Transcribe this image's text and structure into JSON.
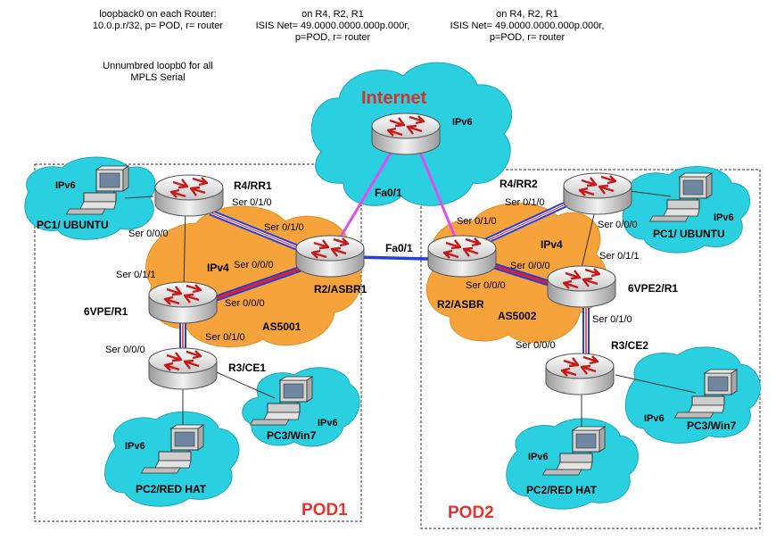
{
  "notes": {
    "loopback": [
      "loopback0 on each Router:",
      "10.0.p.r/32, p= POD, r= router"
    ],
    "unnumbered": [
      "Unnumbred loopb0 for all",
      "MPLS Serial"
    ],
    "isis_left": [
      "on R4, R2, R1",
      "ISIS Net= 49.0000.0000.000p.000r,",
      "p=POD, r= router"
    ],
    "isis_right": [
      "on R4, R2, R1",
      "ISIS Net= 49.0000.0000.000p.000r,",
      "p=POD, r= router"
    ]
  },
  "internet": {
    "title": "Internet",
    "protocol": "IPv6",
    "link_left": "Fa0/1",
    "link_center": "Fa0/1"
  },
  "pods": {
    "pod1": "POD1",
    "pod2": "POD2"
  },
  "as": {
    "as1": "AS5001",
    "as2": "AS5002",
    "ipv4_1": "IPv4",
    "ipv4_2": "IPv4"
  },
  "routers": {
    "p1_rr": "R4/RR1",
    "p1_asbr": "R2/ASBR1",
    "p1_vpe": "6VPE/R1",
    "p1_ce": "R3/CE1",
    "p2_rr": "R4/RR2",
    "p2_asbr": "R2/ASBR",
    "p2_vpe": "6VPE2/R1",
    "p2_ce": "R3/CE2"
  },
  "pcs": {
    "p1_ubuntu": "PC1/ UBUNTU",
    "p1_redhat": "PC2/RED HAT",
    "p1_win": "PC3/Win7",
    "p2_ubuntu": "PC1/ UBUNTU",
    "p2_redhat": "PC2/RED HAT",
    "p2_win": "PC3/Win7",
    "ipv6": "IPv6"
  },
  "interfaces": {
    "s010": "Ser 0/1/0",
    "s000": "Ser 0/0/0",
    "s011": "Ser 0/1/1"
  },
  "colors": {
    "cloud_cyan": "#2ad0e0",
    "as_orange": "#f5a33a",
    "pink_link": "#e04cf0",
    "blue_link": "#2040e0",
    "red_link": "#e82020",
    "pod_red": "#e8312a"
  }
}
